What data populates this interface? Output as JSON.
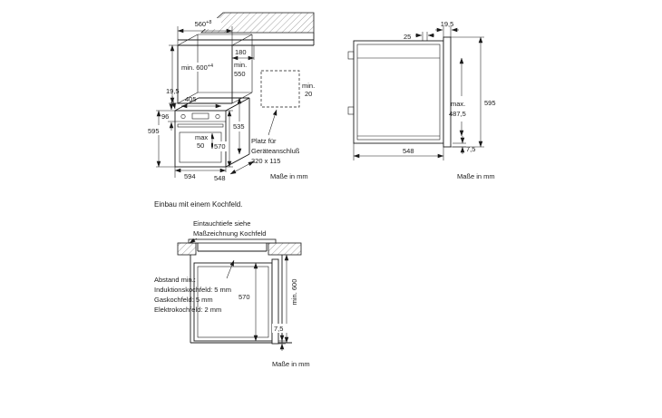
{
  "page": {
    "background": "#ffffff",
    "ink": "#1a1a1a"
  },
  "units_note": "Maße in mm",
  "niche_diagram": {
    "width": "560",
    "width_sup": "+8",
    "rear_offset": "180",
    "depth_word": "min.",
    "depth_value": "550",
    "height": "min. 600",
    "height_sup": "+4",
    "wall_gap_word": "min.",
    "wall_gap_value": "20",
    "door_overhang": "19,5",
    "dim_405": "405",
    "panel_height": "96",
    "oven_height": "595",
    "max_word": "max",
    "max_value": "50",
    "dim_570": "570",
    "dim_535": "535",
    "oven_width": "594",
    "oven_depth": "548",
    "connection_space": [
      "Platz für",
      "Geräteanschluß",
      "320 x 115"
    ]
  },
  "side_diagram": {
    "door_thickness": "19,5",
    "top_offset": "25",
    "height": "595",
    "max_word": "max.",
    "max_value": "487,5",
    "depth": "548",
    "bottom_gap": "7,5"
  },
  "hob_diagram": {
    "title": "Einbau mit einem Kochfeld.",
    "hob_note": [
      "Eintauchtiefe siehe",
      "Maßzeichnung Kochfeld"
    ],
    "clearance_note": [
      "Abstand min.:",
      "Induktionskochfeld: 5 mm",
      "Gaskochfeld: 5 mm",
      "Elektrokochfeld: 2 mm"
    ],
    "inner_height": "570",
    "niche_height": "min. 600",
    "bottom_gap": "7,5"
  }
}
